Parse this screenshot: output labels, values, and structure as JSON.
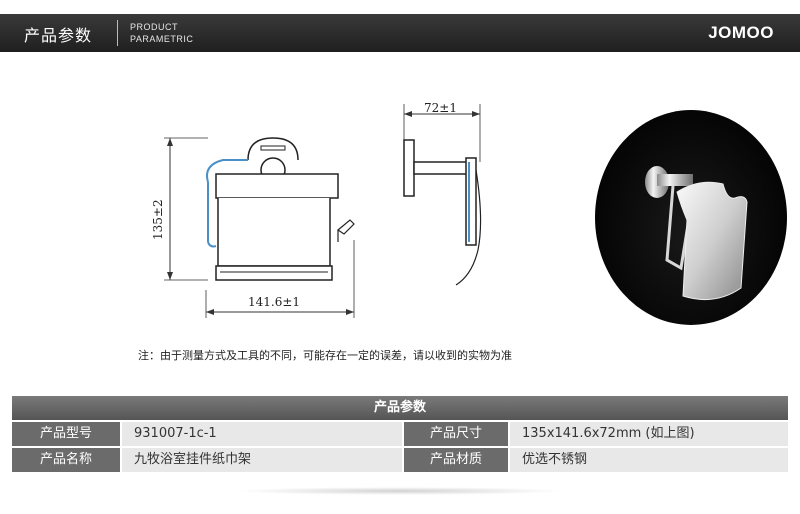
{
  "header": {
    "title": "产品参数",
    "subtitle_line1": "PRODUCT",
    "subtitle_line2": "PARAMETRIC",
    "brand": "JOMOO"
  },
  "drawings": {
    "height_label": "135±2",
    "width_label": "141.6±1",
    "depth_label": "72±1"
  },
  "note": "注：由于测量方式及工具的不同，可能存在一定的误差，请以收到的实物为准",
  "table": {
    "title": "产品参数",
    "rows": [
      {
        "label_1": "产品型号",
        "value_1": "931007-1c-1",
        "label_2": "产品尺寸",
        "value_2": "135x141.6x72mm (如上图)"
      },
      {
        "label_1": "产品名称",
        "value_1": "九牧浴室挂件纸巾架",
        "label_2": "产品材质",
        "value_2": "优选不锈钢"
      }
    ]
  },
  "colors": {
    "header_bg": "#2a2a2a",
    "table_label_bg": "#6b6b6b",
    "table_value_bg": "#e8e8e8",
    "blue_outline": "#4a90c8"
  }
}
